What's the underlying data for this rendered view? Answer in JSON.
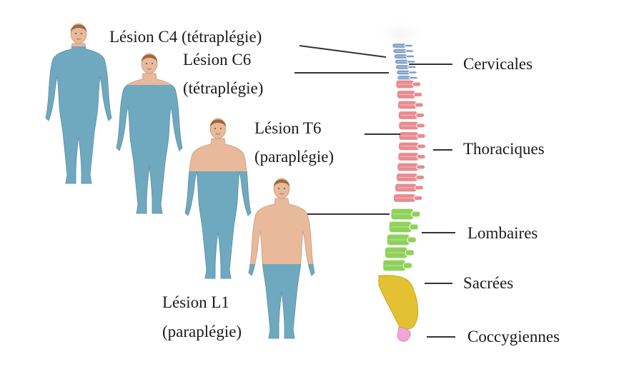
{
  "lesions": [
    {
      "id": "c4",
      "line1": "Lésion C4 (tétraplégie)",
      "line2": ""
    },
    {
      "id": "c6",
      "line1": "Lésion C6",
      "line2": "(tétraplégie)"
    },
    {
      "id": "t6",
      "line1": "Lésion T6",
      "line2": "(paraplégie)"
    },
    {
      "id": "l1",
      "line1": "Lésion L1",
      "line2": "(paraplégie)"
    }
  ],
  "regions": [
    {
      "id": "cervical",
      "label": "Cervicales",
      "color": "#7f9fc6"
    },
    {
      "id": "thoracic",
      "label": "Thoraciques",
      "color": "#e88b8f"
    },
    {
      "id": "lumbar",
      "label": "Lombaires",
      "color": "#8fd15a"
    },
    {
      "id": "sacral",
      "label": "Sacrées",
      "color": "#e2c232"
    },
    {
      "id": "coccyx",
      "label": "Coccygiennes",
      "color": "#f0a7d6"
    }
  ],
  "colors": {
    "paralysis": "#6fa9c0",
    "skin": "#e8b99a",
    "hair": "#9a6a3a",
    "leader": "#333333"
  }
}
